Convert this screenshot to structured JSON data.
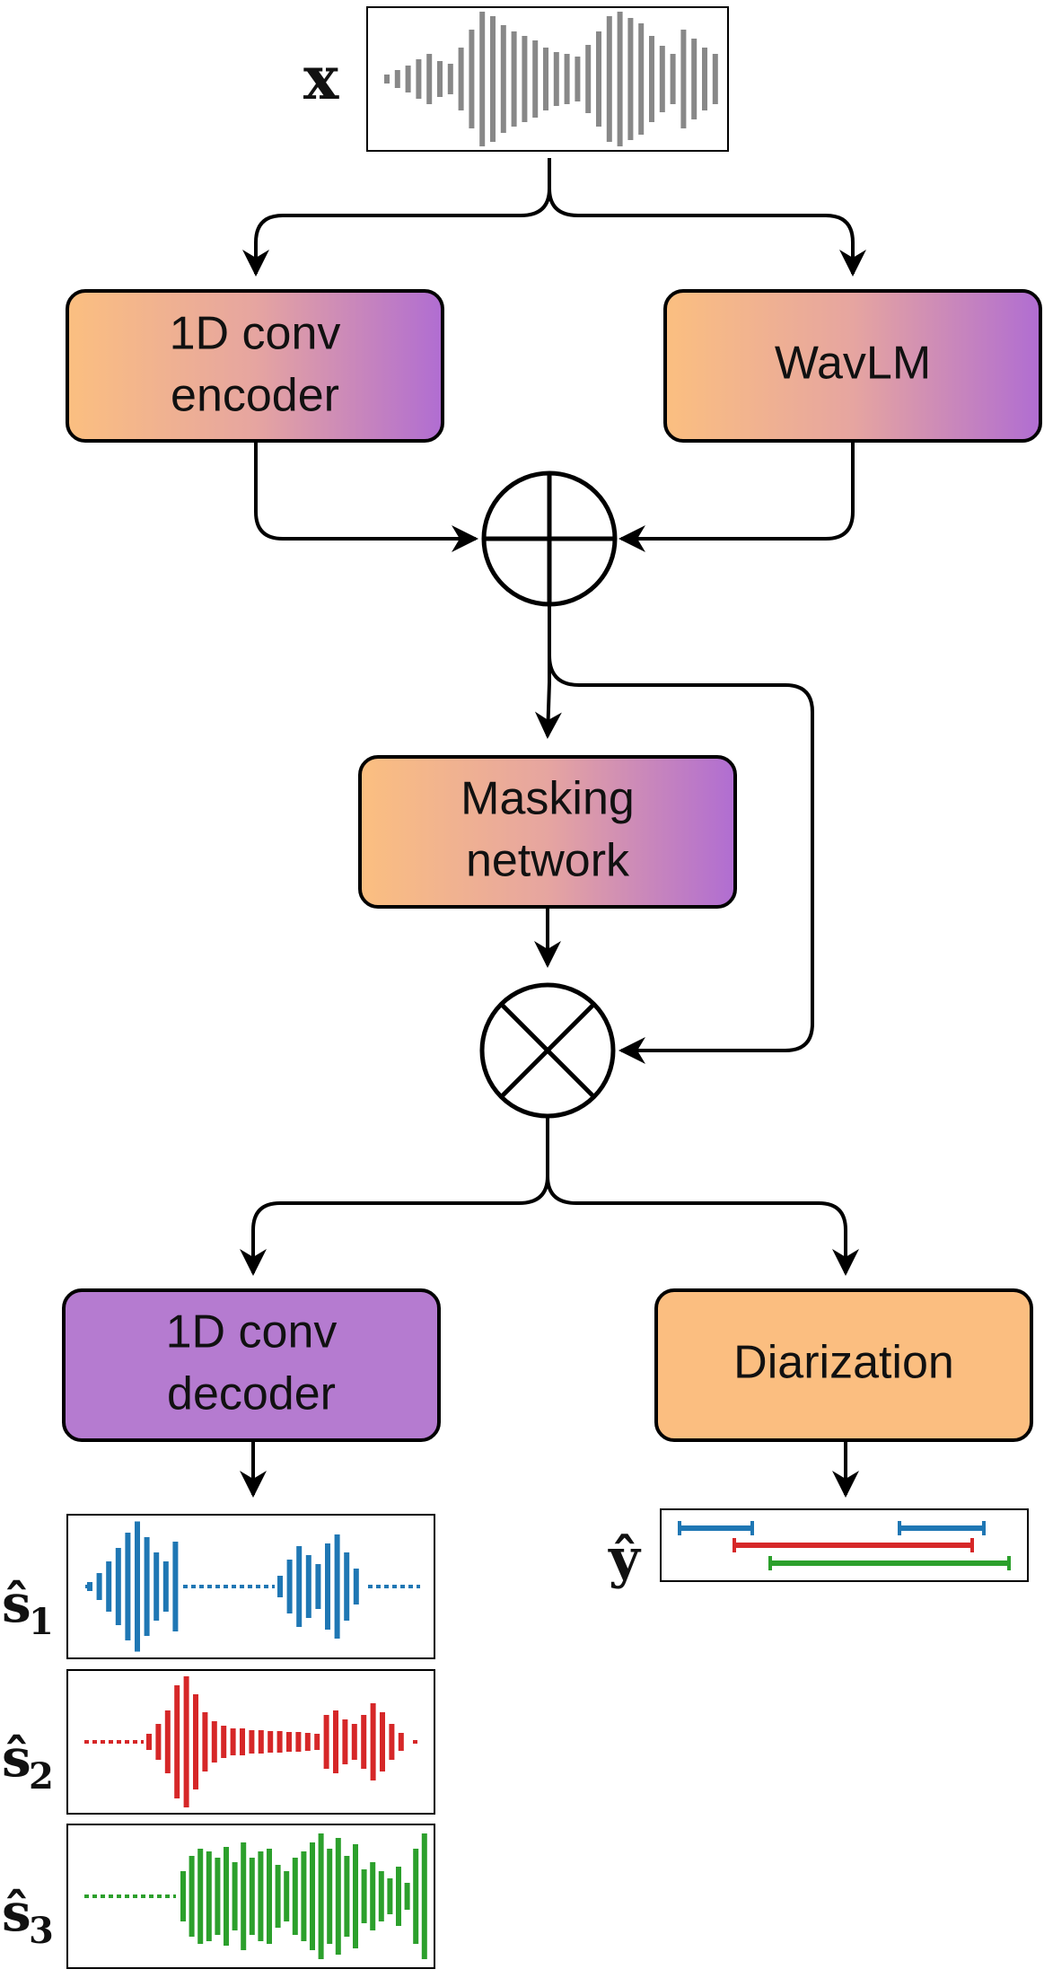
{
  "input": {
    "label": "x"
  },
  "nodes": {
    "conv_encoder": {
      "line1": "1D conv",
      "line2": "encoder"
    },
    "wavlm": {
      "label": "WavLM"
    },
    "masking": {
      "line1": "Masking",
      "line2": "network"
    },
    "conv_decoder": {
      "line1": "1D conv",
      "line2": "decoder"
    },
    "diarization": {
      "label": "Diarization"
    }
  },
  "operators": {
    "sum": "add",
    "product": "multiply"
  },
  "outputs": {
    "sources": [
      {
        "symbol": "ŝ",
        "subscript": "1",
        "color": "#1f77b4"
      },
      {
        "symbol": "ŝ",
        "subscript": "2",
        "color": "#d62728"
      },
      {
        "symbol": "ŝ",
        "subscript": "3",
        "color": "#2ca02c"
      }
    ],
    "diarization_output": {
      "label": "ŷ"
    }
  },
  "colors": {
    "gradient_start": "#fbbf80",
    "gradient_end": "#b57bd0",
    "decoder_fill": "#b57bd0",
    "diarization_fill": "#fbbe80",
    "waveform_input": "#888888",
    "speaker1": "#1f77b4",
    "speaker2": "#d62728",
    "speaker3": "#2ca02c"
  },
  "icons": {
    "input_waveform": "waveform-icon",
    "sum": "plus-circle-icon",
    "product": "times-circle-icon"
  }
}
